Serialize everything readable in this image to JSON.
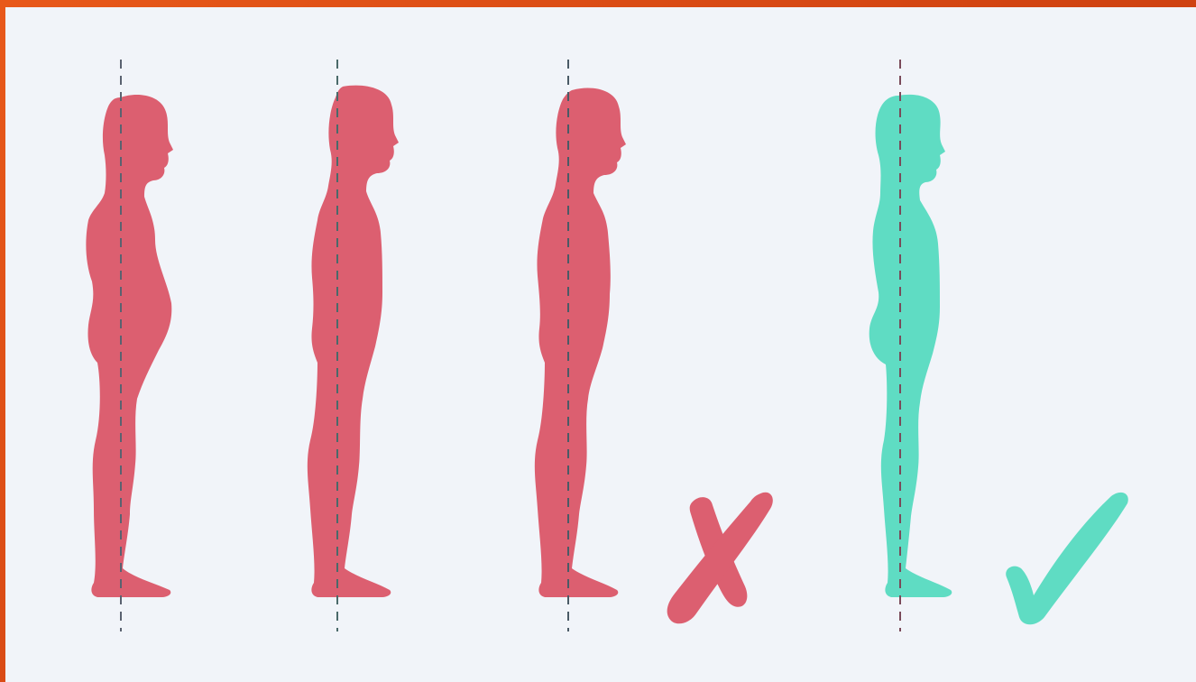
{
  "colors": {
    "frame": "#d9480f",
    "background": "#f1f4f9",
    "incorrect": "#dc5f70",
    "correct": "#5fdcc3",
    "plumb_line": "#5a6270"
  },
  "figures": [
    {
      "id": "posture-1",
      "status": "incorrect",
      "variant": "forward-head-sway-back"
    },
    {
      "id": "posture-2",
      "status": "incorrect",
      "variant": "flat-back"
    },
    {
      "id": "posture-3",
      "status": "incorrect",
      "variant": "forward-lean"
    },
    {
      "id": "posture-4",
      "status": "correct",
      "variant": "ideal-alignment"
    }
  ],
  "markers": [
    {
      "id": "incorrect-mark",
      "icon": "cross-icon",
      "status": "incorrect"
    },
    {
      "id": "correct-mark",
      "icon": "check-icon",
      "status": "correct"
    }
  ]
}
